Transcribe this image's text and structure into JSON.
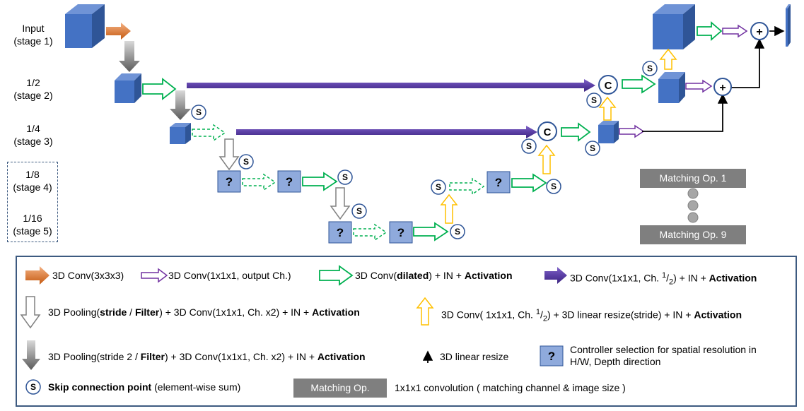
{
  "stages": [
    {
      "line1": "Input",
      "line2": "(stage 1)"
    },
    {
      "line1": "1/2",
      "line2": "(stage 2)"
    },
    {
      "line1": "1/4",
      "line2": "(stage 3)"
    },
    {
      "line1": "1/8",
      "line2": "(stage 4)"
    },
    {
      "line1": "1/16",
      "line2": "(stage 5)"
    }
  ],
  "nodes": {
    "skip": "S",
    "concat": "C",
    "add": "+",
    "controller": "?"
  },
  "matching": {
    "first": "Matching Op. 1",
    "last": "Matching Op. 9"
  },
  "legend": {
    "conv3": "3D Conv(3x3x3)",
    "conv_out": "3D Conv(1x1x1, output Ch.)",
    "conv_dilated_pre": "3D Conv(",
    "conv_dilated_bold": "dilated",
    "conv_dilated_post": ") + IN + ",
    "activation": "Activation",
    "conv_half_pre": "3D Conv(1x1x1, Ch. ",
    "half_num": "1",
    "half_den": "2",
    "conv_half_post": ") + IN + ",
    "pool_white_pre": "3D Pooling(",
    "pool_white_stride": "stride",
    "pool_white_sep": " / ",
    "pool_white_filter": "Filter",
    "pool_white_post": ") + 3D Conv(1x1x1, Ch. x2) + IN + ",
    "up_pre": "3D Conv( 1x1x1, Ch. ",
    "up_post": ") + 3D linear resize(stride) + IN + ",
    "pool_gray_pre": "3D Pooling(stride 2 / ",
    "pool_gray_filter": "Filter",
    "pool_gray_post": ") + 3D Conv(1x1x1, Ch. x2) + IN + ",
    "resize": "3D linear resize",
    "controller_line1": "Controller selection for spatial resolution in",
    "controller_line2": "H/W, Depth direction",
    "skip_bold": "Skip connection point",
    "skip_rest": " (element-wise sum)",
    "match_label": "Matching Op.",
    "match_desc": "1x1x1 convolution ( matching channel & image size )"
  },
  "colors": {
    "cube": "#4472c4",
    "cube_dark": "#2f5597",
    "controller": "#8faadc",
    "orange": "#ed7d31",
    "green": "#00b050",
    "purple_main": "#7030a0",
    "purple_thick": "#5b3fa5",
    "yellow": "#ffd966",
    "gray": "#7f7f7f",
    "navy": "#1f3864"
  }
}
